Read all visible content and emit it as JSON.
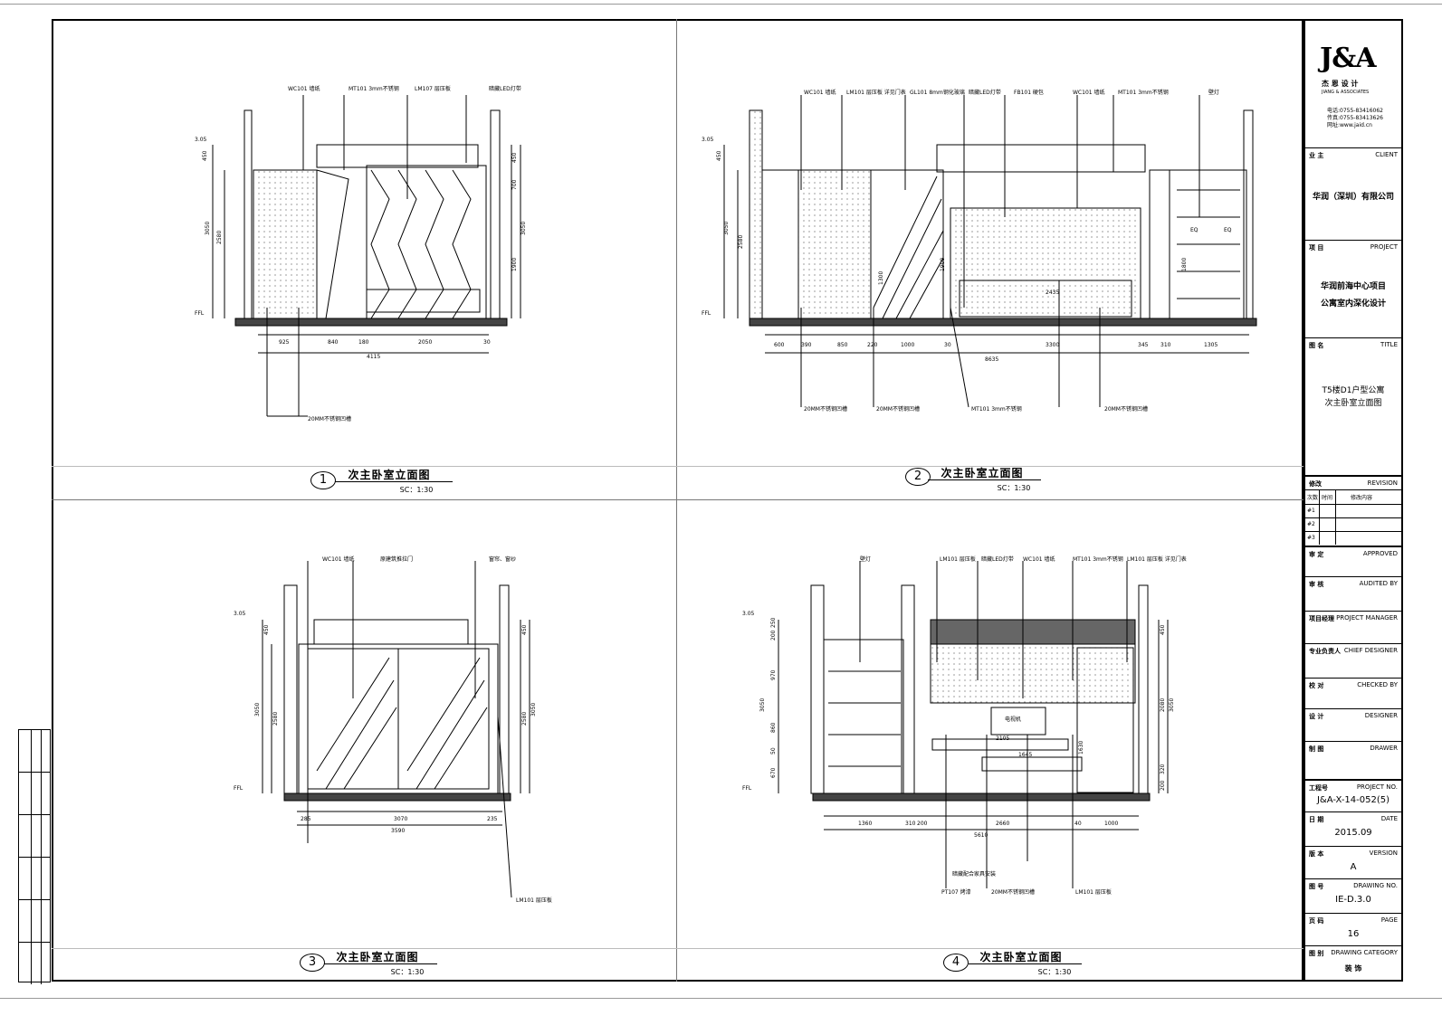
{
  "logo": {
    "mark": "J&A",
    "cn": "杰 恩 设 计",
    "en": "JIANG & ASSOCIATES",
    "tel1": "电话:0755-83416062",
    "fax": "传真:0755-83413626",
    "web": "网址:www.jaid.cn"
  },
  "title_block": {
    "client_cn": "业 主",
    "client_en": "CLIENT",
    "client_val": "华润（深圳）有限公司",
    "project_cn": "项 目",
    "project_en": "PROJECT",
    "project_val1": "华润前海中心项目",
    "project_val2": "公寓室内深化设计",
    "title_cn": "图 名",
    "title_en": "TITLE",
    "title_val1": "T5楼D1户型公寓",
    "title_val2": "次主卧室立面图",
    "revision_cn": "修改",
    "revision_en": "REVISION",
    "rev_head": [
      "次数",
      "时间",
      "修改内容"
    ],
    "rev_rows": [
      "#1",
      "#2",
      "#3"
    ],
    "approved_cn": "审 定",
    "approved_en": "APPROVED",
    "audited_cn": "审 核",
    "audited_en": "AUDITED BY",
    "pm_cn": "项目经理",
    "pm_en": "PROJECT MANAGER",
    "chief_cn": "专业负责人",
    "chief_en": "CHIEF DESIGNER",
    "checked_cn": "校 对",
    "checked_en": "CHECKED BY",
    "designer_cn": "设 计",
    "designer_en": "DESIGNER",
    "drawer_cn": "制 图",
    "drawer_en": "DRAWER",
    "projno_cn": "工程号",
    "projno_en": "PROJECT NO.",
    "projno_val": "J&A-X-14-052(5)",
    "date_cn": "日 期",
    "date_en": "DATE",
    "date_val": "2015.09",
    "version_cn": "版 本",
    "version_en": "VERSION",
    "version_val": "A",
    "drawno_cn": "图 号",
    "drawno_en": "DRAWING NO.",
    "drawno_val": "IE-D.3.0",
    "page_cn": "页 码",
    "page_en": "PAGE",
    "page_val": "16",
    "cat_cn": "图 别",
    "cat_en": "DRAWING CATEGORY",
    "cat_val": "装 饰"
  },
  "views": [
    {
      "num": "1",
      "title": "次主卧室立面图",
      "scale": "SC：1:30",
      "dims_bottom": [
        "925",
        "840",
        "180",
        "2050",
        "30"
      ],
      "total": "4115",
      "dims_left": [
        "450",
        "2580",
        "3050"
      ],
      "dims_right": [
        "700",
        "3050",
        "1900",
        "450"
      ],
      "labels": [
        "WC101 墙纸",
        "MT101 3mm不锈钢",
        "LM107 层压板",
        "暗藏LED灯带",
        "20MM不锈钢凹槽"
      ],
      "level_top": "3.05",
      "level_bot": "FFL"
    },
    {
      "num": "2",
      "title": "次主卧室立面图",
      "scale": "SC：1:30",
      "dims_bottom": [
        "600",
        "390",
        "850",
        "220",
        "1000",
        "30",
        "3300",
        "345",
        "310",
        "1305"
      ],
      "total": "8635",
      "dims_left": [
        "450",
        "2580",
        "3050"
      ],
      "labels": [
        "WC101 墙纸",
        "LM101 层压板 详见门表",
        "GL101 8mm钢化玻璃",
        "暗藏LED灯带",
        "FB101 硬包",
        "WC101 墙纸",
        "MT101 3mm不锈钢",
        "壁灯",
        "20MM不锈钢凹槽",
        "20MM不锈钢凹槽",
        "MT101 3mm不锈钢",
        "20MM不锈钢凹槽"
      ],
      "inner": [
        "1800",
        "2435",
        "1900",
        "1300",
        "EQ",
        "EQ"
      ],
      "level_top": "3.05",
      "level_bot": "FFL"
    },
    {
      "num": "3",
      "title": "次主卧室立面图",
      "scale": "SC：1:30",
      "dims_bottom": [
        "285",
        "3070",
        "235"
      ],
      "total": "3590",
      "dims_left": [
        "450",
        "2580",
        "3050"
      ],
      "dims_right": [
        "450",
        "2580",
        "3050"
      ],
      "labels": [
        "WC101 墙纸",
        "原建筑推拉门",
        "窗帘、窗纱",
        "LM101 层压板"
      ],
      "level_top": "3.05",
      "level_bot": "FFL"
    },
    {
      "num": "4",
      "title": "次主卧室立面图",
      "scale": "SC：1:30",
      "dims_bottom": [
        "1360",
        "310",
        "200",
        "2660",
        "40",
        "1000"
      ],
      "total": "5610",
      "dims_left": [
        "200",
        "250",
        "970",
        "860",
        "50",
        "670",
        "3050"
      ],
      "dims_right": [
        "450",
        "2080",
        "320",
        "200",
        "3050"
      ],
      "labels": [
        "壁灯",
        "LM101 层压板",
        "暗藏LED灯带",
        "WC101 墙纸",
        "MT101 3mm不锈钢",
        "LM101 层压板 详见门表",
        "电视机",
        "2105",
        "1645",
        "1630",
        "PT107 烤漆",
        "20MM不锈钢凹槽",
        "LM101 层压板",
        "暗藏配合家具安装"
      ],
      "level_top": "3.05",
      "level_bot": "FFL"
    }
  ]
}
